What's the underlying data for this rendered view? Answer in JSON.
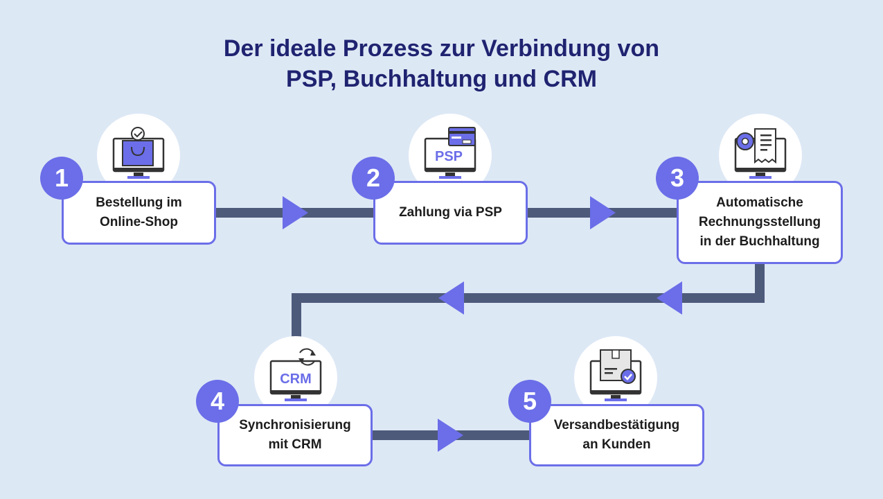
{
  "title": {
    "line1": "Der ideale Prozess zur Verbindung von",
    "line2": "PSP,  Buchhaltung und CRM"
  },
  "colors": {
    "background": "#dde8f5",
    "accent": "#6b6ee8",
    "connector": "#4e5a7a",
    "title": "#1f2370"
  },
  "steps": [
    {
      "number": "1",
      "label": "Bestellung im\nOnline-Shop",
      "icon": "online-shop-bag-icon"
    },
    {
      "number": "2",
      "label": "Zahlung via PSP",
      "icon_text": "PSP",
      "icon": "psp-card-icon"
    },
    {
      "number": "3",
      "label": "Automatische\nRechnungsstellung\nin der Buchhaltung",
      "icon": "invoice-gear-icon"
    },
    {
      "number": "4",
      "label": "Synchronisierung\nmit CRM",
      "icon_text": "CRM",
      "icon": "crm-sync-icon"
    },
    {
      "number": "5",
      "label": "Versandbestätigung\nan Kunden",
      "icon": "shipping-box-check-icon"
    }
  ]
}
